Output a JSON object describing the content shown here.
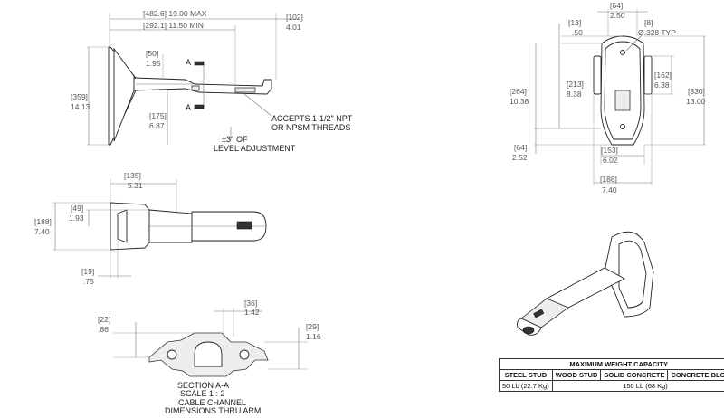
{
  "side_view": {
    "max_dim": "[482.6] 19.00 MAX",
    "min_dim": "[292.1] 11.50 MIN",
    "dim_102": "[102]",
    "dim_102_in": "4.01",
    "dim_50": "[50]",
    "dim_50_in": "1.95",
    "dim_359": "[359]",
    "dim_359_in": "14.13",
    "dim_175": "[175]",
    "dim_175_in": "6.87",
    "section_mark": "A",
    "threads_note_1": "ACCEPTS 1-1/2\" NPT",
    "threads_note_2": "OR NPSM THREADS",
    "level_note_1": "±3° OF",
    "level_note_2": "LEVEL ADJUSTMENT"
  },
  "top_view": {
    "dim_135": "[135]",
    "dim_135_in": "5.31",
    "dim_49": "[49]",
    "dim_49_in": "1.93",
    "dim_188": "[188]",
    "dim_188_in": "7.40",
    "dim_19": "[19]",
    "dim_19_in": ".75"
  },
  "section_view": {
    "dim_36": "[36]",
    "dim_36_in": "1.42",
    "dim_22": "[22]",
    "dim_22_in": ".86",
    "dim_29": "[29]",
    "dim_29_in": "1.16",
    "title": "SECTION A-A",
    "scale": "SCALE 1 : 2",
    "caption_1": "CABLE CHANNEL",
    "caption_2": "DIMENSIONS THRU ARM"
  },
  "front_view": {
    "dim_64_top": "[64]",
    "dim_64_top_in": "2.50",
    "dim_13": "[13]",
    "dim_13_in": ".50",
    "dim_8": "[8]",
    "dim_8_in": "Ø.328 TYP",
    "dim_264": "[264]",
    "dim_264_in": "10.38",
    "dim_213": "[213]",
    "dim_213_in": "8.38",
    "dim_162": "[162]",
    "dim_162_in": "6.38",
    "dim_330": "[330]",
    "dim_330_in": "13.00",
    "dim_64_bot": "[64]",
    "dim_64_bot_in": "2.52",
    "dim_153": "[153]",
    "dim_153_in": "6.02",
    "dim_188": "[188]",
    "dim_188_in": "7.40"
  },
  "weight_table": {
    "title": "MAXIMUM WEIGHT CAPACITY",
    "headers": [
      "STEEL STUD",
      "WOOD STUD",
      "SOLID CONCRETE",
      "CONCRETE BLOCK"
    ],
    "steel_value": "50 Lb (22.7 Kg)",
    "other_value": "150 Lb (68 Kg)"
  }
}
